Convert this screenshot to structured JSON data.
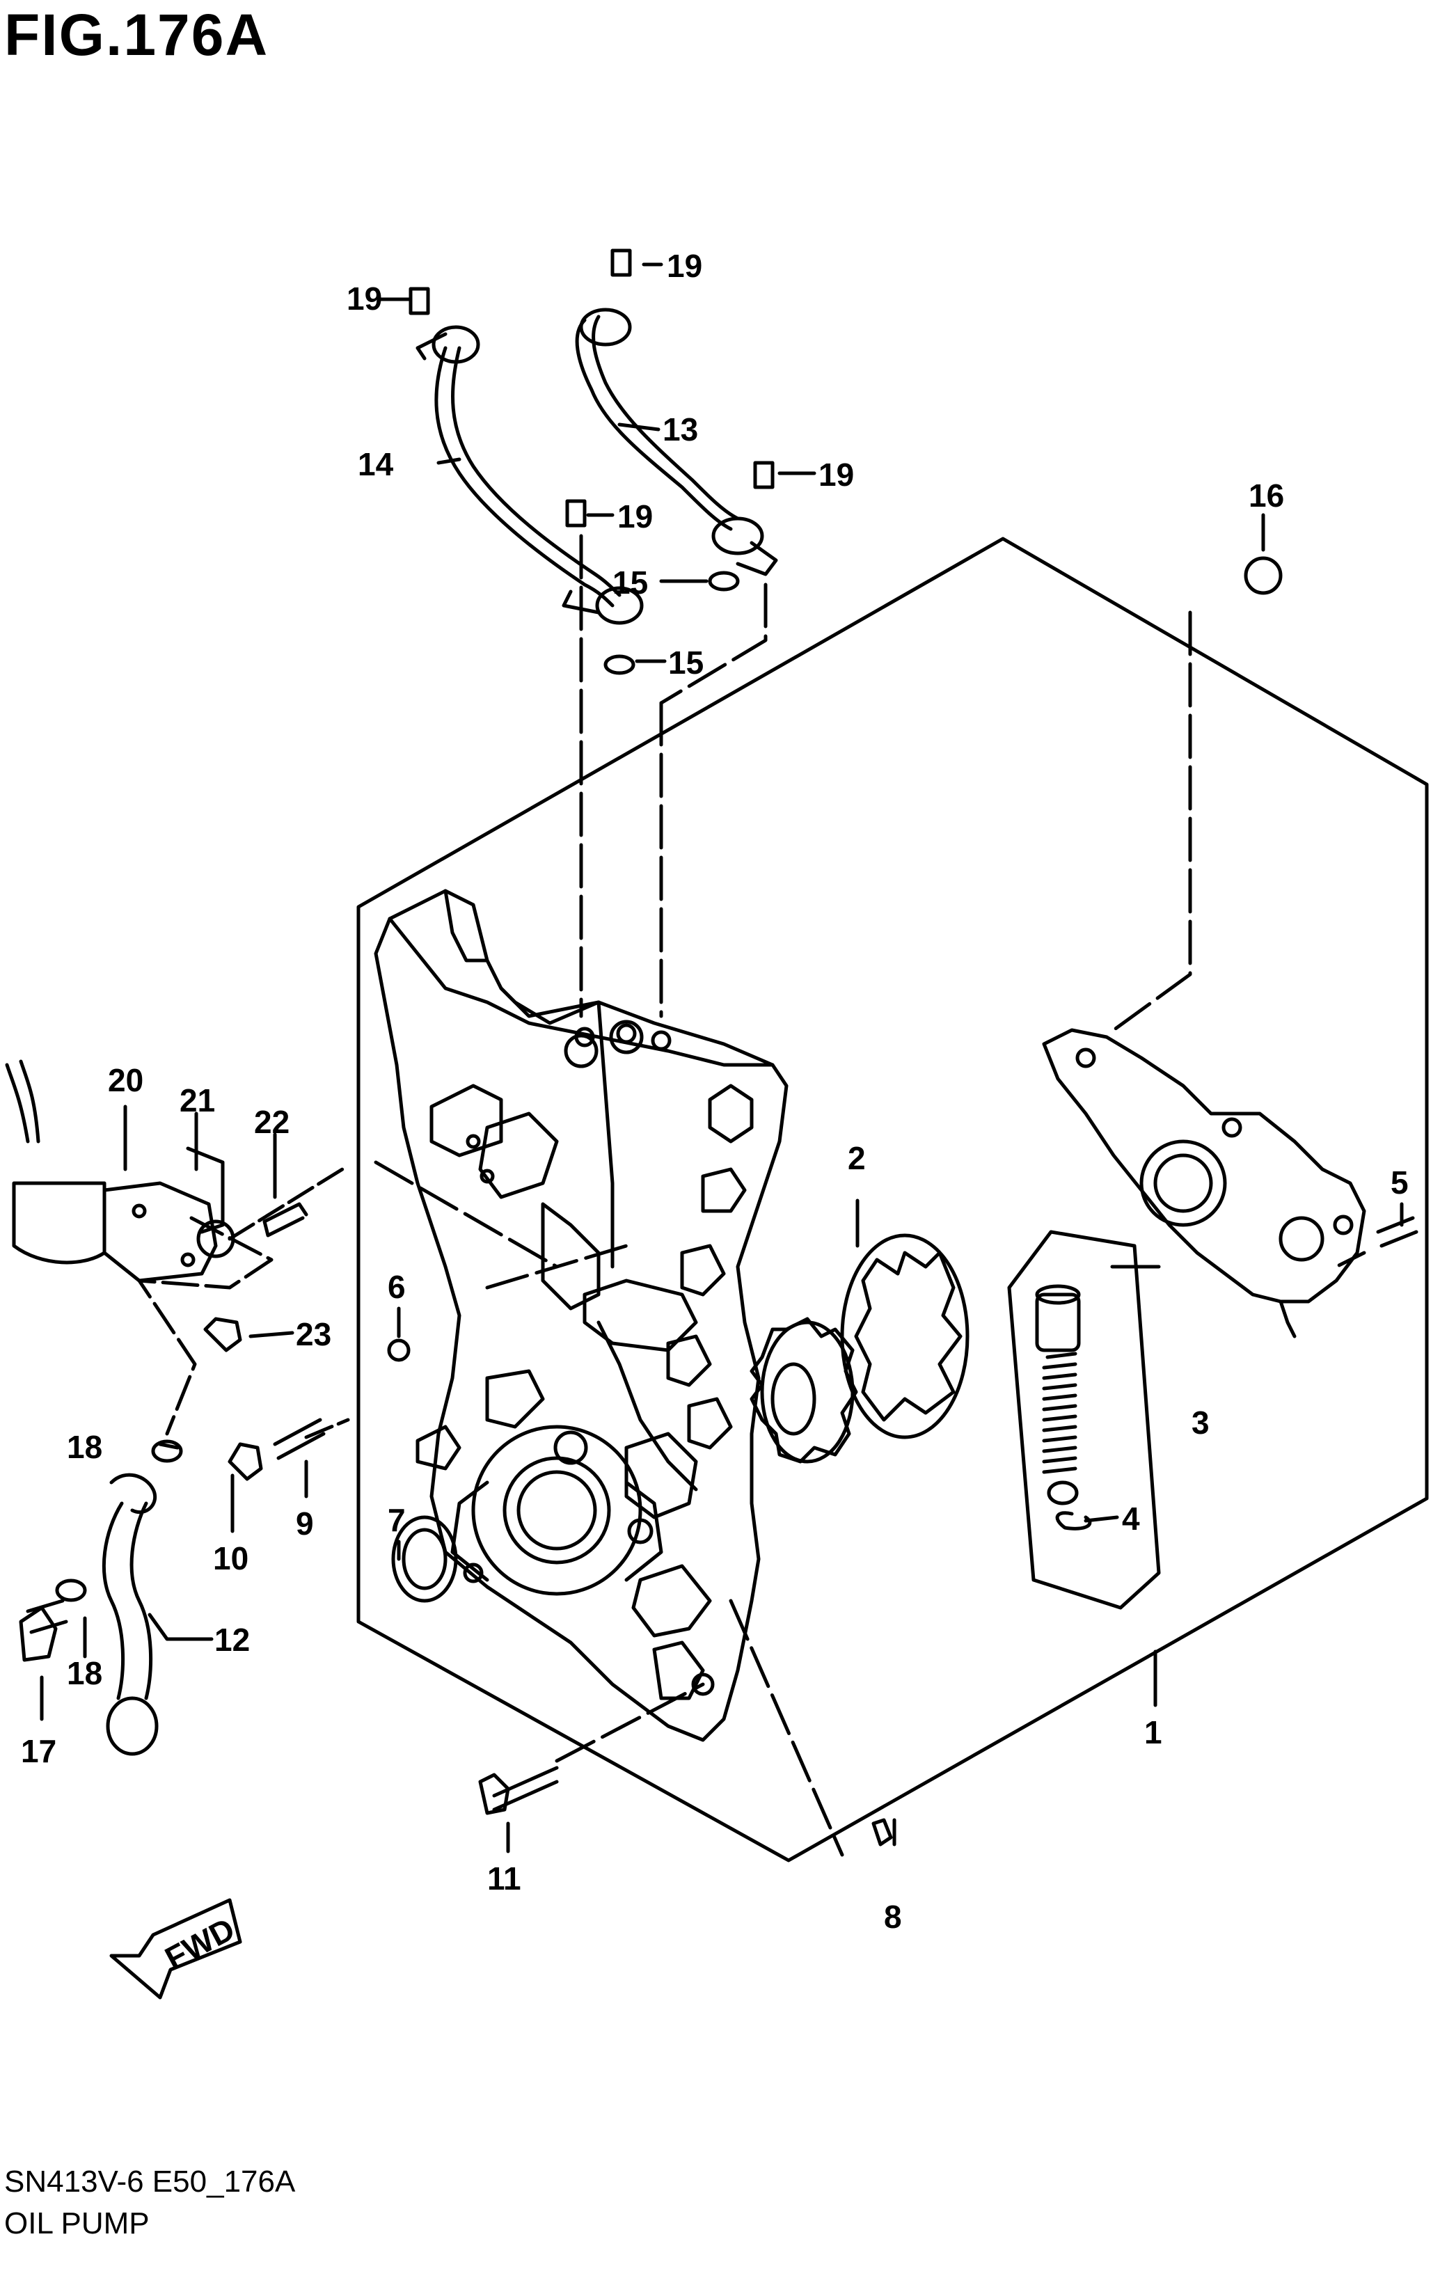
{
  "figure": {
    "title": "FIG.176A"
  },
  "footer": {
    "code": "SN413V-6 E50_176A",
    "name": "OIL PUMP"
  },
  "arrow": {
    "label": "FWD"
  },
  "callouts": [
    {
      "id": "1",
      "label": "1"
    },
    {
      "id": "2",
      "label": "2"
    },
    {
      "id": "3",
      "label": "3"
    },
    {
      "id": "4",
      "label": "4"
    },
    {
      "id": "5",
      "label": "5"
    },
    {
      "id": "6",
      "label": "6"
    },
    {
      "id": "7",
      "label": "7"
    },
    {
      "id": "8",
      "label": "8"
    },
    {
      "id": "9",
      "label": "9"
    },
    {
      "id": "10",
      "label": "10"
    },
    {
      "id": "11",
      "label": "11"
    },
    {
      "id": "12",
      "label": "12"
    },
    {
      "id": "13",
      "label": "13"
    },
    {
      "id": "14",
      "label": "14"
    },
    {
      "id": "15a",
      "label": "15"
    },
    {
      "id": "15b",
      "label": "15"
    },
    {
      "id": "16",
      "label": "16"
    },
    {
      "id": "17",
      "label": "17"
    },
    {
      "id": "18a",
      "label": "18"
    },
    {
      "id": "18b",
      "label": "18"
    },
    {
      "id": "19a",
      "label": "19"
    },
    {
      "id": "19b",
      "label": "19"
    },
    {
      "id": "19c",
      "label": "19"
    },
    {
      "id": "19d",
      "label": "19"
    },
    {
      "id": "20",
      "label": "20"
    },
    {
      "id": "21",
      "label": "21"
    },
    {
      "id": "22",
      "label": "22"
    },
    {
      "id": "23",
      "label": "23"
    }
  ]
}
